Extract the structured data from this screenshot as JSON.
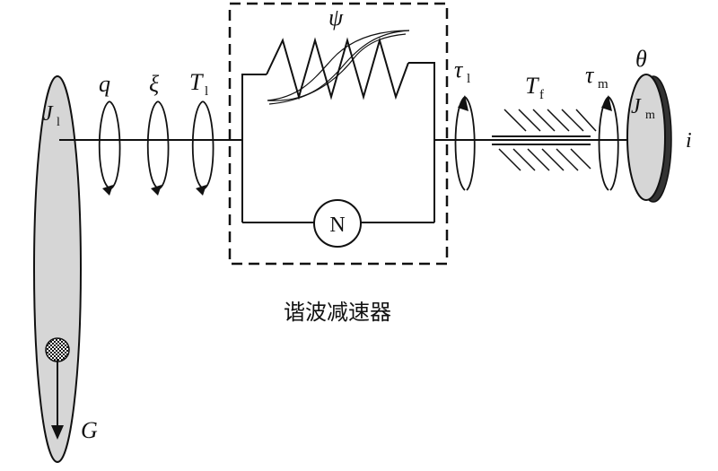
{
  "labels": {
    "q": "q",
    "xi": "ξ",
    "T_main": "T",
    "T_sub": "l",
    "J_left_main": "J",
    "J_left_sub": "l",
    "psi": "ψ",
    "tau_l_main": "τ",
    "tau_l_sub": "l",
    "Tf_main": "T",
    "Tf_sub": "f",
    "tau_m_main": "τ",
    "tau_m_sub": "m",
    "theta": "θ",
    "Jm_main": "J",
    "Jm_sub": "m",
    "i": "i",
    "N": "N",
    "G": "G",
    "caption": "谐波减速器"
  }
}
